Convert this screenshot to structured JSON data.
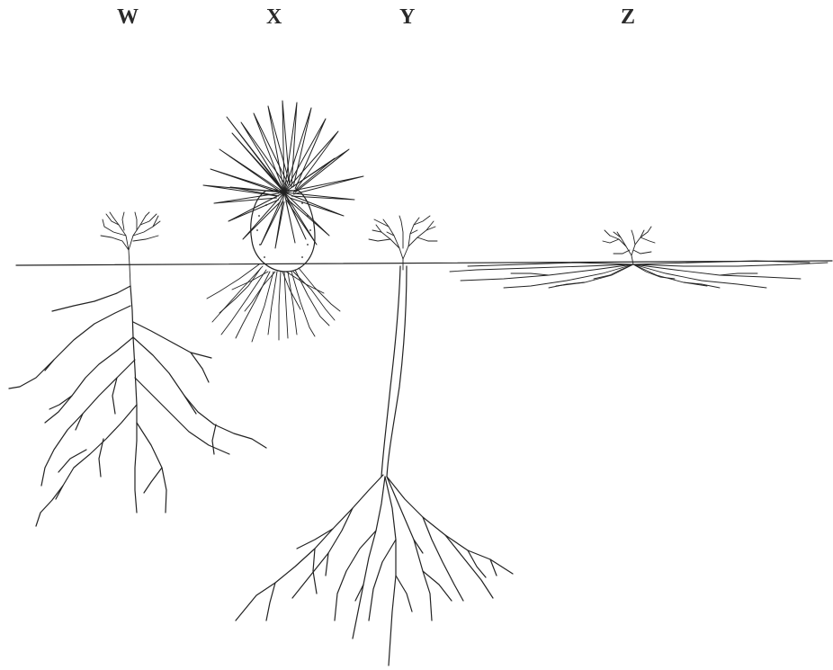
{
  "labels": {
    "w": "W",
    "x": "X",
    "y": "Y",
    "z": "Z"
  },
  "colors": {
    "ink": "#222222",
    "background": "#ffffff"
  }
}
